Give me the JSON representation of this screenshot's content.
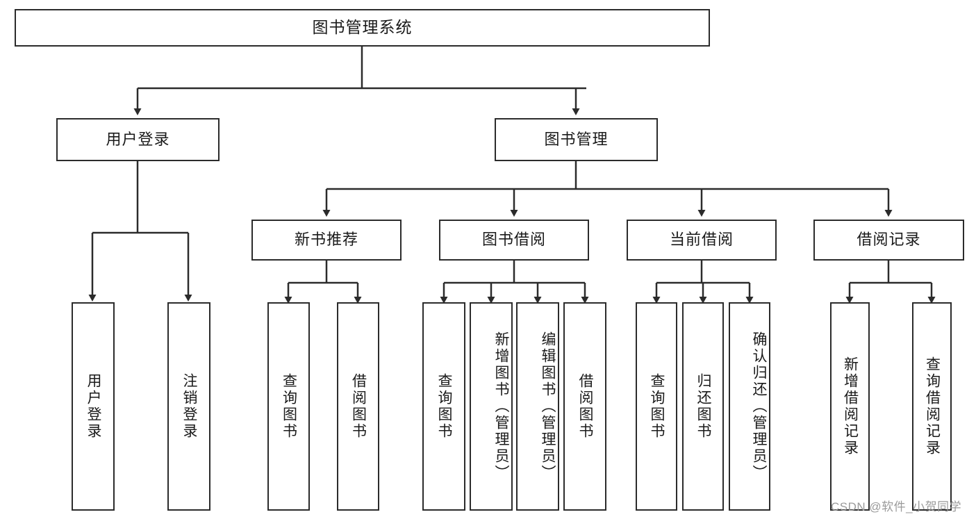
{
  "diagram": {
    "title": "图书管理系统",
    "type": "tree",
    "watermark": "CSDN @软件_小贺同学",
    "colors": {
      "border": "#2b2b2b",
      "background": "#ffffff",
      "text": "#1a1a1a",
      "edge": "#2b2b2b",
      "watermark": "#9a9a9a"
    },
    "levels": {
      "root": {
        "label": "图书管理系统"
      },
      "level2": [
        {
          "label": "用户登录"
        },
        {
          "label": "图书管理"
        }
      ],
      "level3": [
        {
          "label": "新书推荐"
        },
        {
          "label": "图书借阅"
        },
        {
          "label": "当前借阅"
        },
        {
          "label": "借阅记录"
        }
      ],
      "leaves": {
        "user_login": [
          {
            "label": "用户登录"
          },
          {
            "label": "注销登录"
          }
        ],
        "new_book": [
          {
            "label": "查询图书"
          },
          {
            "label": "借阅图书"
          }
        ],
        "borrow": [
          {
            "label": "查询图书"
          },
          {
            "label": "新增图书（管理员）"
          },
          {
            "label": "编辑图书（管理员）"
          },
          {
            "label": "借阅图书"
          }
        ],
        "current": [
          {
            "label": "查询图书"
          },
          {
            "label": "归还图书"
          },
          {
            "label": "确认归还（管理员）"
          }
        ],
        "records": [
          {
            "label": "新增借阅记录"
          },
          {
            "label": "查询借阅记录"
          }
        ]
      }
    }
  }
}
